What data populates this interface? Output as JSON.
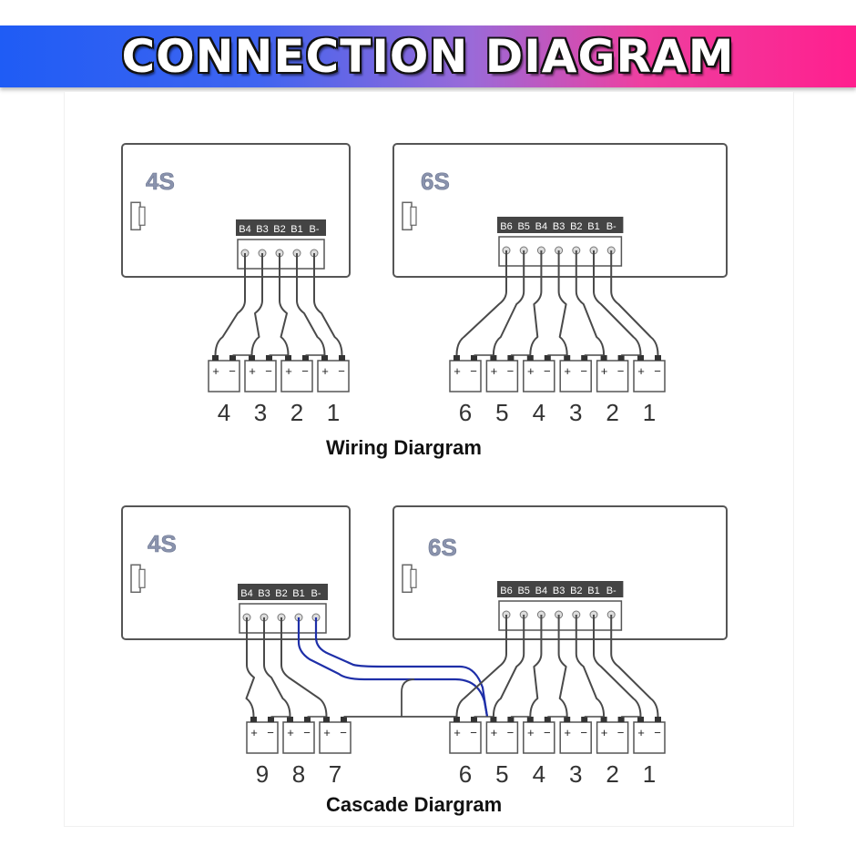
{
  "header": {
    "title": "CONNECTION DIAGRAM"
  },
  "wiring": {
    "caption": "Wiring Diargram",
    "boards": [
      {
        "label": "4S",
        "pins": [
          "B4",
          "B3",
          "B2",
          "B1",
          "B-"
        ]
      },
      {
        "label": "6S",
        "pins": [
          "B6",
          "B5",
          "B4",
          "B3",
          "B2",
          "B1",
          "B-"
        ]
      }
    ],
    "cell_groups": [
      {
        "numbers": [
          "4",
          "3",
          "2",
          "1"
        ]
      },
      {
        "numbers": [
          "6",
          "5",
          "4",
          "3",
          "2",
          "1"
        ]
      }
    ]
  },
  "cascade": {
    "caption": "Cascade Diargram",
    "boards": [
      {
        "label": "4S",
        "pins": [
          "B4",
          "B3",
          "B2",
          "B1",
          "B-"
        ]
      },
      {
        "label": "6S",
        "pins": [
          "B6",
          "B5",
          "B4",
          "B3",
          "B2",
          "B1",
          "B-"
        ]
      }
    ],
    "cell_groups": [
      {
        "numbers": [
          "9",
          "8",
          "7"
        ]
      },
      {
        "numbers": [
          "6",
          "5",
          "4",
          "3",
          "2",
          "1"
        ]
      }
    ]
  },
  "cell_terminals": {
    "plus": "+",
    "minus": "−"
  },
  "colors": {
    "line": "#4a4a4a",
    "cascade_wire": "#1e2fa8",
    "board_border": "#555555",
    "pin_bar": "#444444",
    "board_label": "#8a93ad"
  }
}
